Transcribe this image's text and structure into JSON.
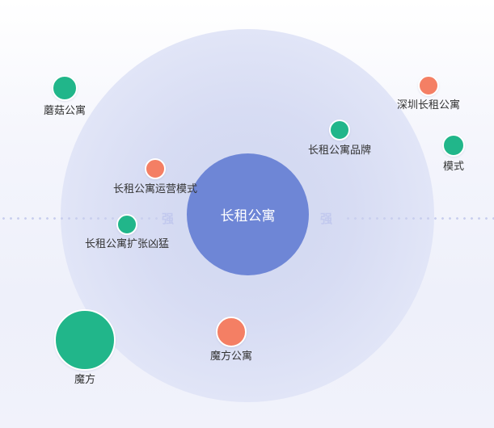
{
  "center": {
    "label": "长租公寓",
    "color": "#6e86d6"
  },
  "axis": {
    "left_word": "强",
    "right_word": "强"
  },
  "colors": {
    "green": "#21b68a",
    "orange": "#f47f64"
  },
  "nodes": [
    {
      "id": "mogu",
      "label": "蘑菇公寓",
      "color": "green"
    },
    {
      "id": "shenzhen",
      "label": "深圳长租公寓",
      "color": "orange"
    },
    {
      "id": "brand",
      "label": "长租公寓品牌",
      "color": "green"
    },
    {
      "id": "mode",
      "label": "模式",
      "color": "green"
    },
    {
      "id": "ops",
      "label": "长租公寓运营模式",
      "color": "orange"
    },
    {
      "id": "expand",
      "label": "长租公寓扩张凶猛",
      "color": "green"
    },
    {
      "id": "mofang",
      "label": "魔方",
      "color": "green"
    },
    {
      "id": "mofang-apt",
      "label": "魔方公寓",
      "color": "orange"
    }
  ]
}
